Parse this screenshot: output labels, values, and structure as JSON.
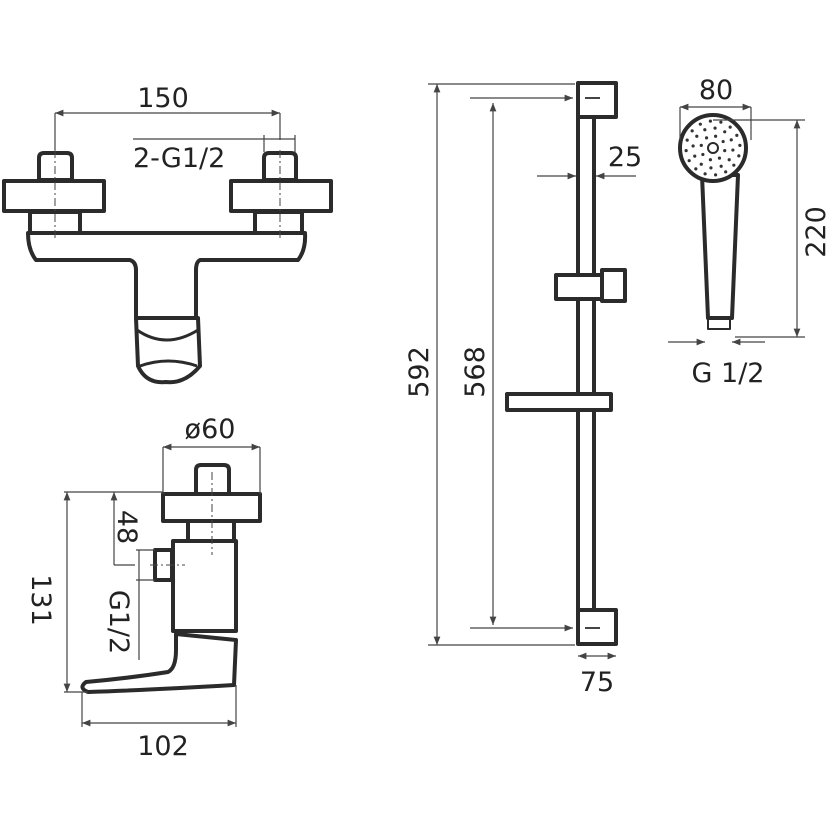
{
  "mixer_front": {
    "spacing": "150",
    "connection": "2-G1/2"
  },
  "mixer_side": {
    "diameter": "ø60",
    "height": "131",
    "offset": "48",
    "connection": "G1/2",
    "depth": "102"
  },
  "rail": {
    "total_height": "592",
    "mount_distance": "568",
    "rail_width": "25",
    "bracket_depth": "75"
  },
  "hand_shower": {
    "head_diameter": "80",
    "length": "220",
    "connection": "G 1/2"
  }
}
